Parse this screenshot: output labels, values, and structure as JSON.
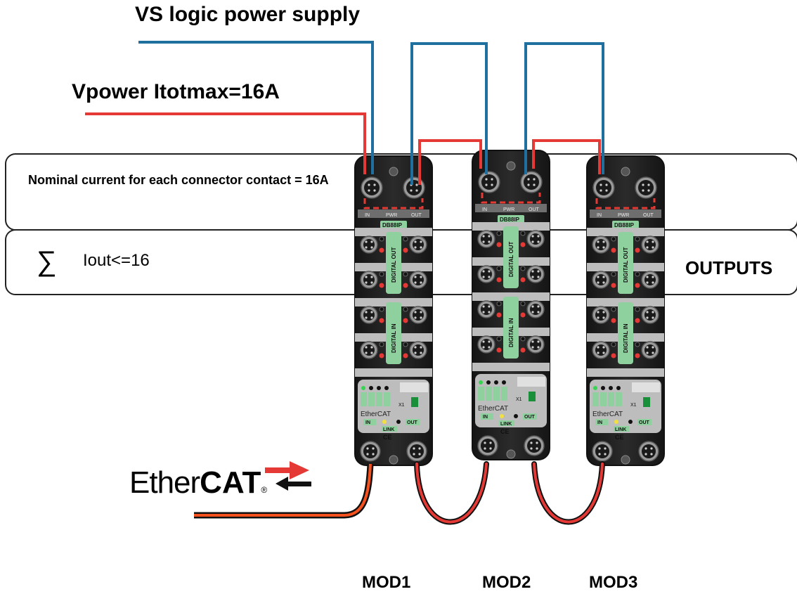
{
  "labels": {
    "vs_title": "VS logic power supply",
    "vpower_title": "Vpower Itotmax=16A",
    "nominal_text": "Nominal current for each connector contact = 16A",
    "sum_symbol": "∑",
    "iout_text": "Iout<=16",
    "outputs": "OUTPUTS",
    "ethercat_light": "Ether",
    "ethercat_bold": "CAT",
    "ethercat_reg": "®"
  },
  "modules": [
    {
      "name": "MOD1",
      "model": "DB88IP",
      "out_label": "DIGITAL OUT",
      "in_label": "DIGITAL IN",
      "brand": "EtherCAT",
      "port_in": "IN",
      "port_pwr": "PWR",
      "port_out": "OUT",
      "link": "LINK",
      "ce": "CE",
      "x1": "X1"
    },
    {
      "name": "MOD2",
      "model": "DB88IP",
      "out_label": "DIGITAL OUT",
      "in_label": "DIGITAL IN",
      "brand": "EtherCAT",
      "port_in": "IN",
      "port_pwr": "PWR",
      "port_out": "OUT",
      "link": "LINK",
      "ce": "CE",
      "x1": "X1"
    },
    {
      "name": "MOD3",
      "model": "DB88IP",
      "out_label": "DIGITAL OUT",
      "in_label": "DIGITAL IN",
      "brand": "EtherCAT",
      "port_in": "IN",
      "port_pwr": "PWR",
      "port_out": "OUT",
      "link": "LINK",
      "ce": "CE",
      "x1": "X1"
    }
  ],
  "colors": {
    "vs_wire": "#1f6f9f",
    "vpower_wire": "#e53935",
    "ethercat_red": "#e53935",
    "module_body": "#1f1f1f",
    "label_strip": "#8fd19e",
    "box_stroke": "#222222"
  }
}
